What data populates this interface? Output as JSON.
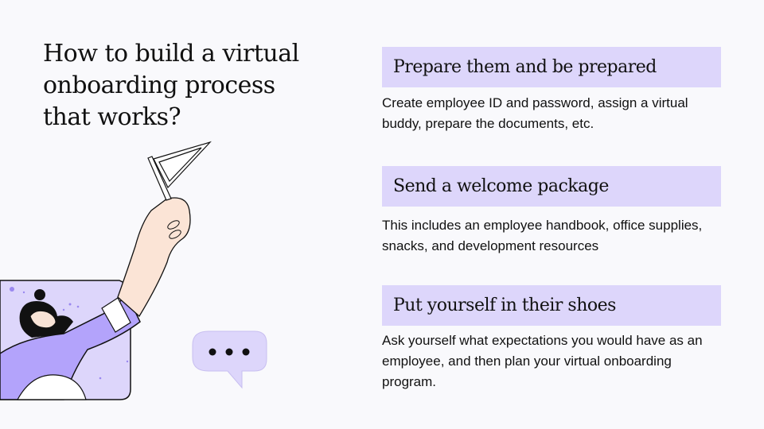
{
  "title": "How to build a virtual onboarding process that works?",
  "steps": [
    {
      "heading": "Prepare them and be prepared",
      "body": "Create employee ID and password, assign a virtual buddy, prepare the documents, etc."
    },
    {
      "heading": "Send a welcome package",
      "body": "This includes an employee handbook, office supplies, snacks, and development resources"
    },
    {
      "heading": "Put yourself in their shoes",
      "body": "Ask yourself what expectations you would have as an employee, and then plan your virtual onboarding program."
    }
  ],
  "colors": {
    "background": "#f9f9fc",
    "card_header": "#ddd6fb",
    "accent_purple": "#b3a3fb"
  }
}
